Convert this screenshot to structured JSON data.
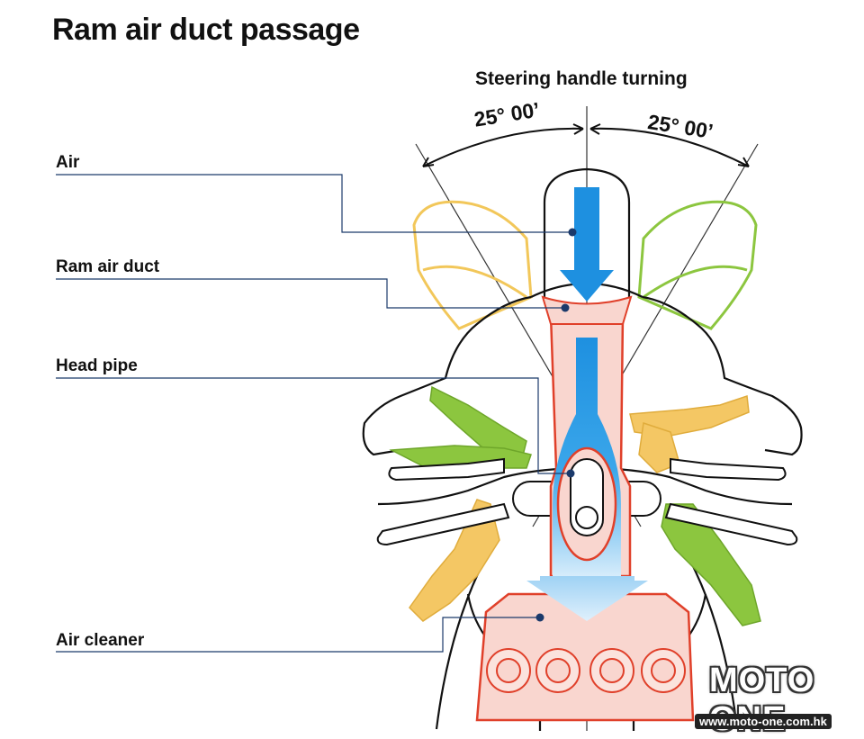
{
  "title": "Ram air duct passage",
  "subtitle": "Steering handle turning",
  "labels": {
    "air": "Air",
    "ram_air_duct": "Ram air duct",
    "head_pipe": "Head pipe",
    "air_cleaner": "Air cleaner"
  },
  "angles": {
    "left": "25° 00’",
    "right": "25° 00’"
  },
  "watermark": {
    "logo": "MOTO ONE",
    "url": "www.moto-one.com.hk"
  },
  "colors": {
    "leader_line": "#1b3a6b",
    "air_flow": "#1e90e0",
    "duct_outline": "#e0402a",
    "duct_fill": "#f9d6cf",
    "left_turn": "#f2c75a",
    "right_turn": "#8cc63f",
    "outline": "#111111"
  }
}
